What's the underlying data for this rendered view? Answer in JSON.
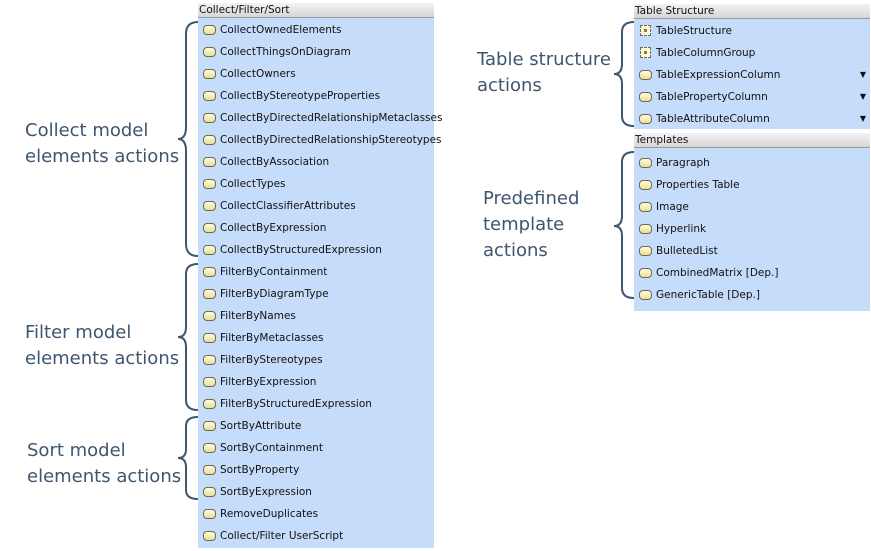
{
  "panels": {
    "collect_filter_sort": {
      "title": "Collect/Filter/Sort",
      "items": [
        "CollectOwnedElements",
        "CollectThingsOnDiagram",
        "CollectOwners",
        "CollectByStereotypeProperties",
        "CollectByDirectedRelationshipMetaclasses",
        "CollectByDirectedRelationshipStereotypes",
        "CollectByAssociation",
        "CollectTypes",
        "CollectClassifierAttributes",
        "CollectByExpression",
        "CollectByStructuredExpression",
        "FilterByContainment",
        "FilterByDiagramType",
        "FilterByNames",
        "FilterByMetaclasses",
        "FilterByStereotypes",
        "FilterByExpression",
        "FilterByStructuredExpression",
        "SortByAttribute",
        "SortByContainment",
        "SortByProperty",
        "SortByExpression",
        "RemoveDuplicates",
        "Collect/Filter UserScript"
      ]
    },
    "table_structure": {
      "title": "Table Structure",
      "items": [
        {
          "label": "TableStructure",
          "icon": "table-structure-icon",
          "dropdown": false
        },
        {
          "label": "TableColumnGroup",
          "icon": "table-structure-icon",
          "dropdown": false
        },
        {
          "label": "TableExpressionColumn",
          "icon": "action-icon",
          "dropdown": true
        },
        {
          "label": "TablePropertyColumn",
          "icon": "action-icon",
          "dropdown": true
        },
        {
          "label": "TableAttributeColumn",
          "icon": "action-icon",
          "dropdown": true
        }
      ]
    },
    "templates": {
      "title": "Templates",
      "items": [
        "Paragraph",
        "Properties Table",
        "Image",
        "Hyperlink",
        "BulletedList",
        "CombinedMatrix [Dep.]",
        "GenericTable [Dep.]"
      ]
    }
  },
  "annotations": {
    "collect": "Collect model\nelements actions",
    "filter": "Filter model\nelements actions",
    "sort": "Sort model\nelements actions",
    "table_structure": "Table structure\nactions",
    "templates": "Predefined\ntemplate\nactions"
  },
  "colors": {
    "panel_background": "#c5dcfb",
    "annotation_text": "#3e566f",
    "brace": "#3e566f"
  },
  "dropdown_glyph": "▼"
}
